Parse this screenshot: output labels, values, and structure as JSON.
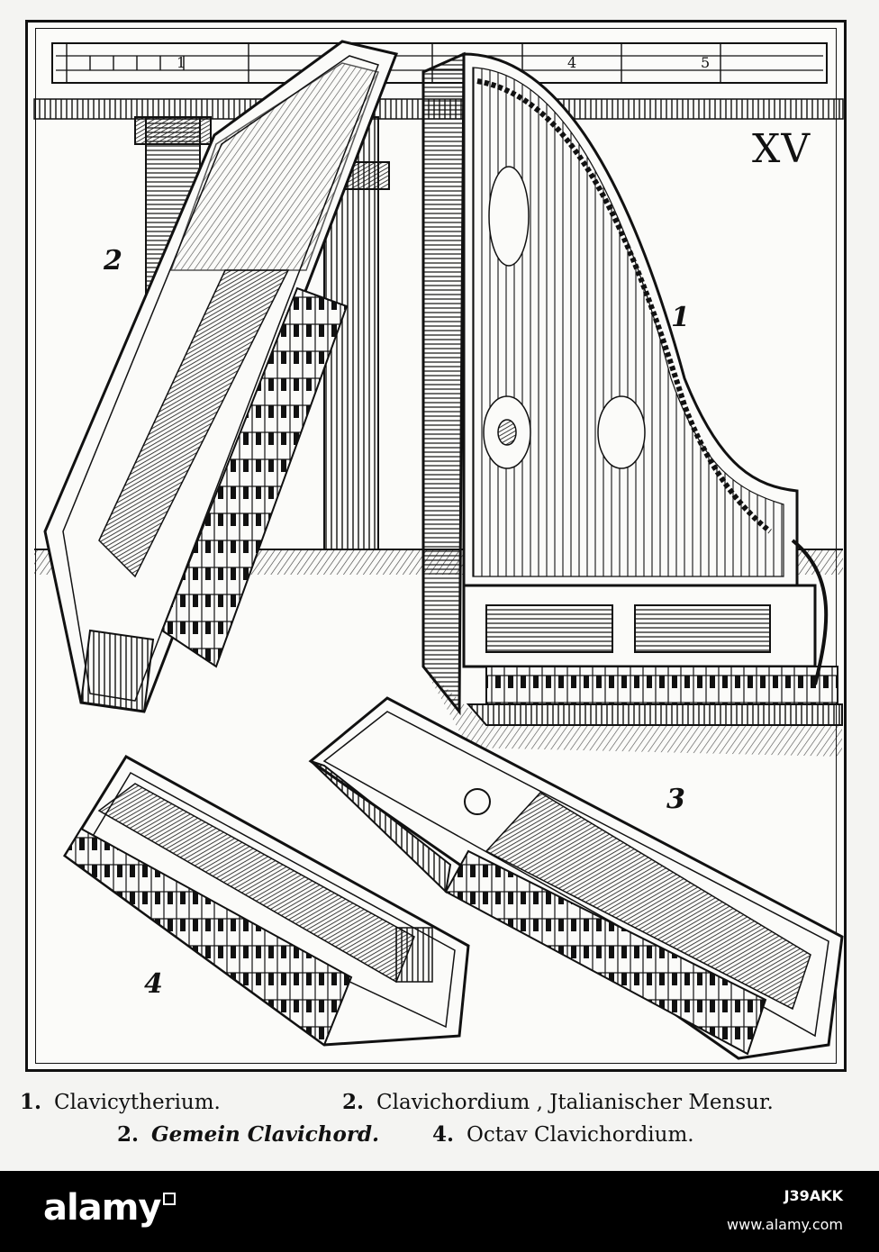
{
  "plate": {
    "number": "XV",
    "scale_labels": [
      "1",
      "4",
      "5"
    ]
  },
  "figures": {
    "fig1": "1",
    "fig2": "2",
    "fig3": "3",
    "fig4": "4"
  },
  "caption": {
    "items": [
      {
        "num": "1.",
        "label": "Clavicytherium."
      },
      {
        "num": "2.",
        "label": "Clavichordium , Jtalianischer Mensur."
      },
      {
        "num": "2.",
        "label": "Gemein Clavichord."
      },
      {
        "num": "4.",
        "label": "Octav Clavichordium."
      }
    ]
  },
  "watermark": {
    "brand": "alamy",
    "image_id": "J39AKK",
    "url": "www.alamy.com"
  },
  "colors": {
    "ink": "#111111",
    "paper": "#fbfbf9",
    "footer": "#000000"
  }
}
